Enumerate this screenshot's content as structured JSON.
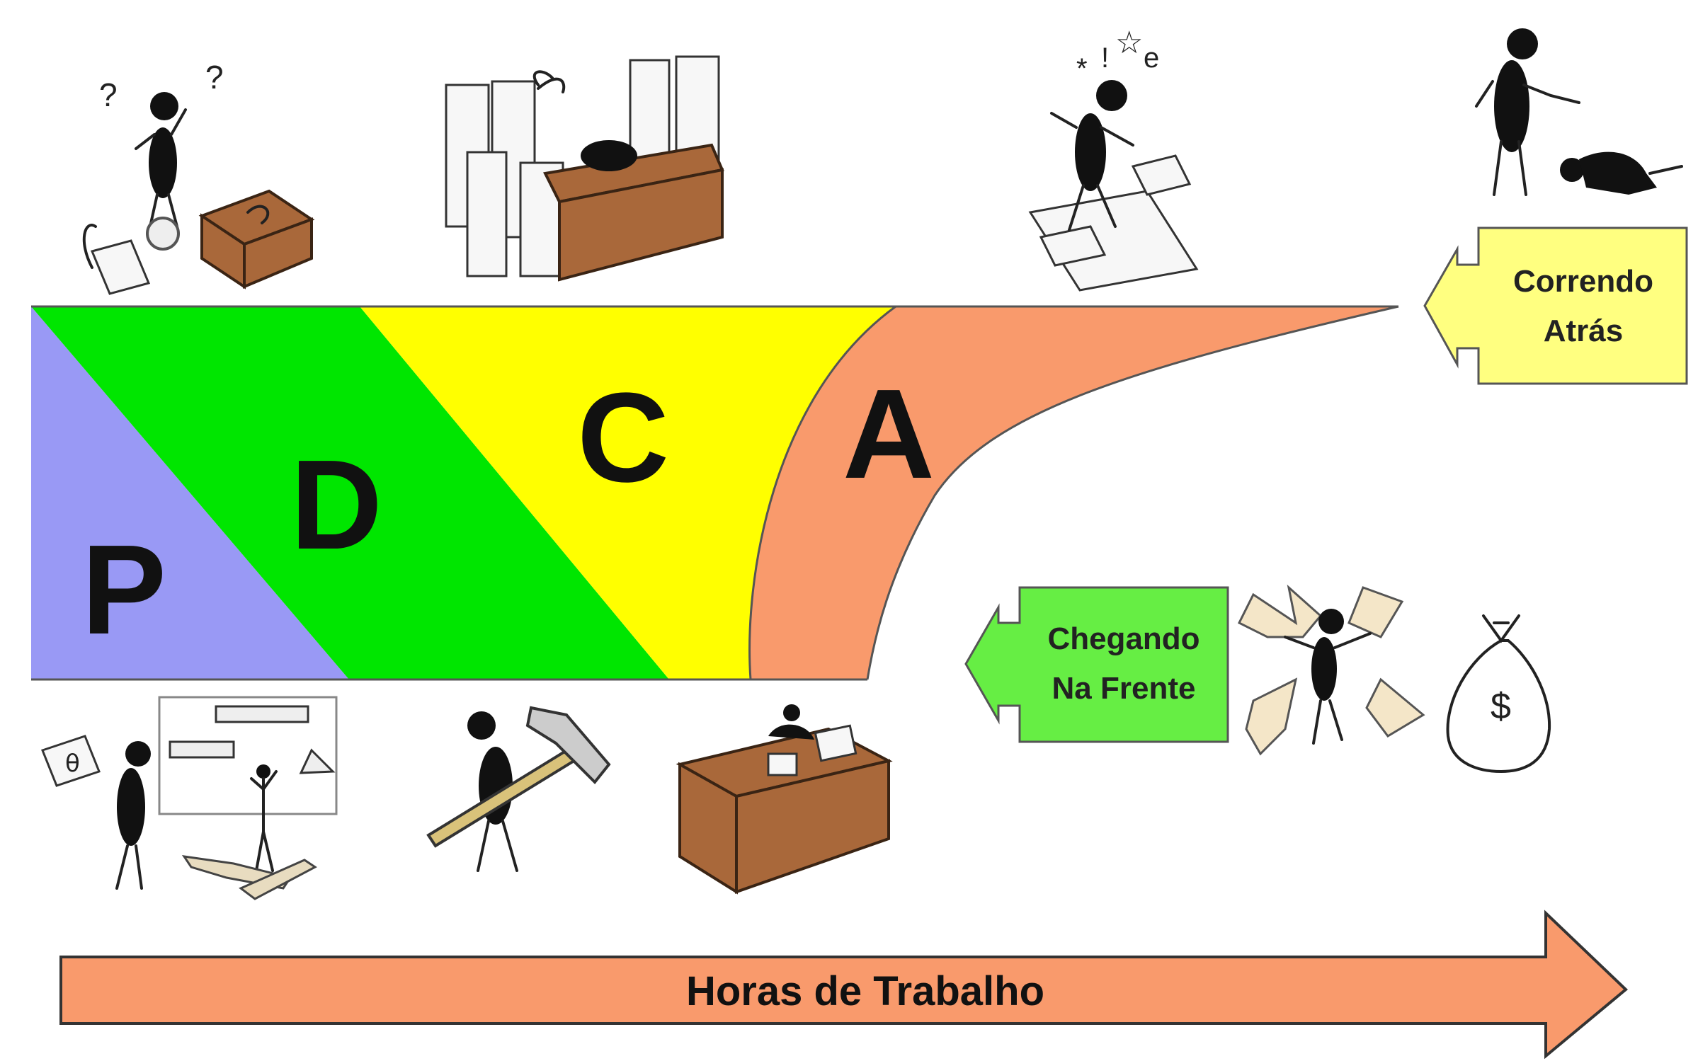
{
  "phases": {
    "p": {
      "letter": "P",
      "color": "#9999f5"
    },
    "d": {
      "letter": "D",
      "color": "#00e600"
    },
    "c": {
      "letter": "C",
      "color": "#ffff00"
    },
    "a": {
      "letter": "A",
      "color": "#f99a6c"
    }
  },
  "callouts": {
    "behind": {
      "line1": "Correndo",
      "line2": "Atrás",
      "color": "#ffff80"
    },
    "ahead": {
      "line1": "Chegando",
      "line2": "Na Frente",
      "color": "#66ee44"
    }
  },
  "axis_arrow": {
    "label": "Horas de Trabalho",
    "color": "#f99a6c"
  },
  "illustration_symbols": {
    "question_marks": [
      "?",
      "?"
    ],
    "frustration": [
      "*",
      "!",
      "☆",
      "e"
    ],
    "sheet_symbol": "θ",
    "money": "$"
  },
  "icons": [
    "confused-person-icon",
    "paper-stacks-desk-icon",
    "frustrated-person-icon",
    "boss-scolding-icon",
    "planning-board-icon",
    "hammer-worker-icon",
    "tidy-desk-icon",
    "celebrating-person-icon",
    "money-bag-icon"
  ]
}
